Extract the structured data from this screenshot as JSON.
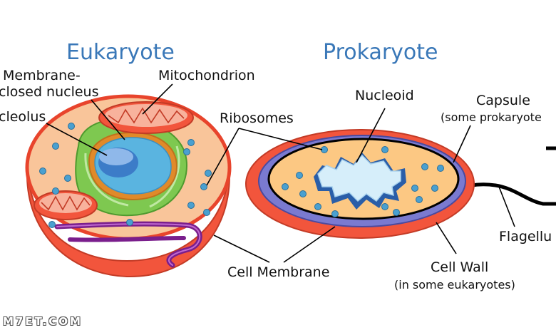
{
  "titles": {
    "eukaryote": "Eukaryote",
    "prokaryote": "Prokaryote"
  },
  "labels": {
    "membrane_line1": "Membrane-",
    "membrane_line2": "closed nucleus",
    "nucleolus": "cleolus",
    "mitochondrion": "Mitochondrion",
    "ribosomes": "Ribosomes",
    "nucleoid": "Nucleoid",
    "capsule": "Capsule",
    "capsule_note": "(some prokaryote",
    "cell_membrane": "Cell Membrane",
    "cell_wall": "Cell Wall",
    "cell_wall_note": "(in some eukaryotes)",
    "flagellum": "Flagellu"
  },
  "watermark": "M7ET.COM",
  "colors": {
    "title": "#3a78b8",
    "cytoplasm": "#f9c59a",
    "cell_outer": "#f2553c",
    "er_green": "#7ec850",
    "nucleus": "#5ab4e0",
    "nucleolus": "#3c7cc8",
    "ribosome": "#4aa0d0",
    "golgi": "#7a1e8c",
    "capsule": "#f2553c",
    "cell_wall": "#7a7ad0",
    "prok_cytoplasm": "#fcc883",
    "nucleoid": "#d6eefa"
  }
}
